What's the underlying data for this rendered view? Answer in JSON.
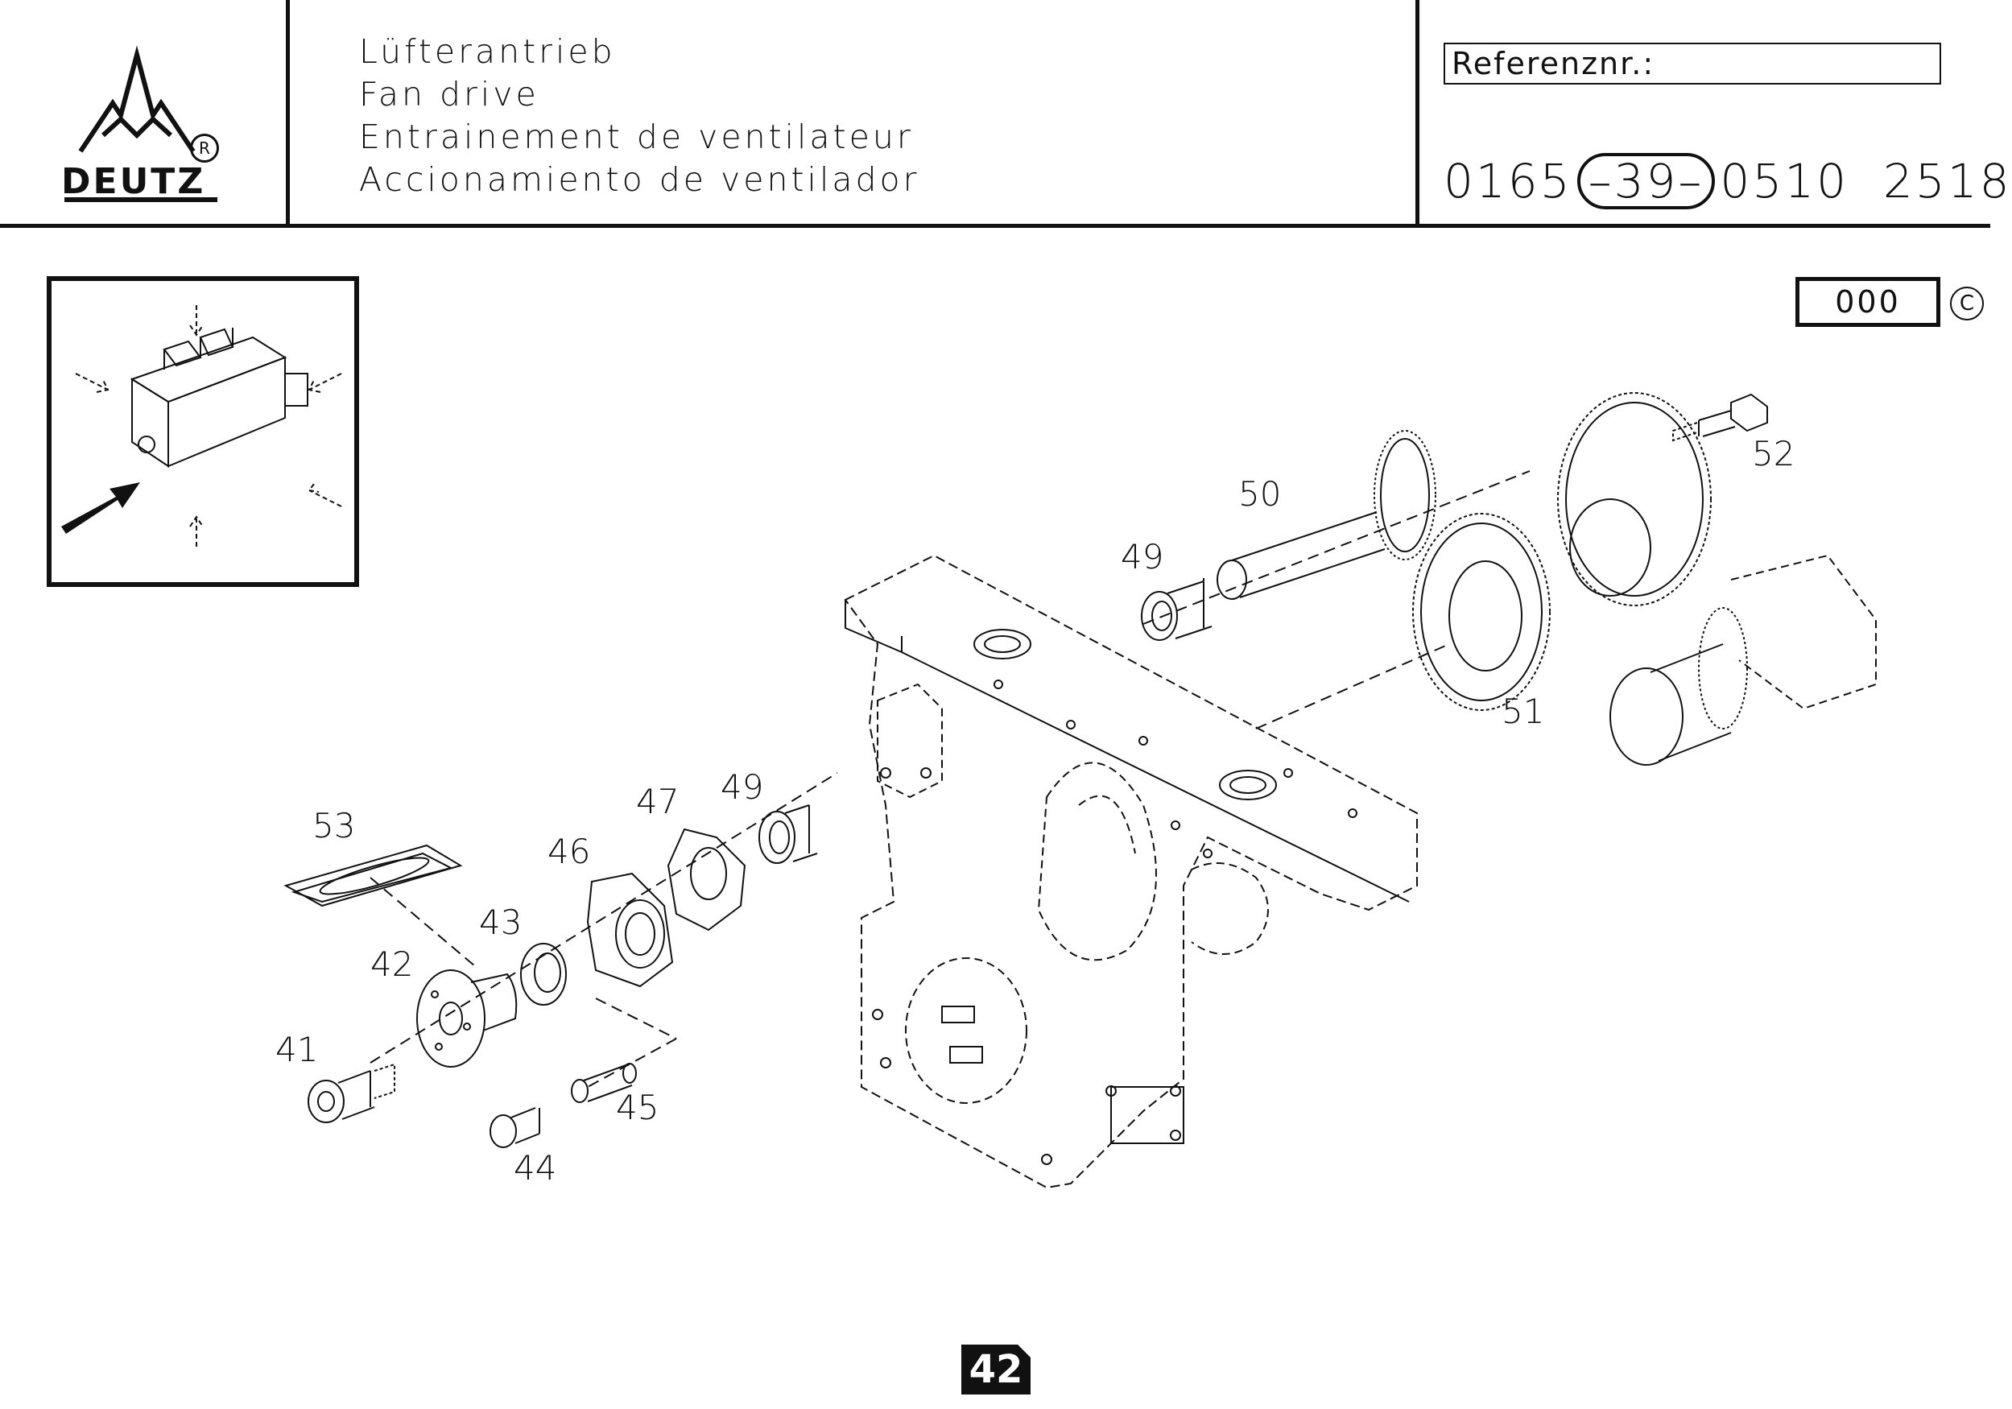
{
  "header": {
    "titles": [
      "Lüfterantrieb",
      "Fan drive",
      "Entrainement de ventilateur",
      "Accionamiento de ventilador"
    ],
    "reference_label": "Referenznr.:",
    "part_number": {
      "prefix": "0165",
      "group": "–39–",
      "suffix1": "0510",
      "suffix2": "2518"
    },
    "brand": "DEUTZ",
    "registered_mark": "R"
  },
  "version_box": "000",
  "copyright_symbol": "C",
  "page_number": "42",
  "callouts": [
    "53",
    "42",
    "41",
    "43",
    "46",
    "47",
    "49",
    "45",
    "44",
    "50",
    "49",
    "51",
    "52"
  ]
}
